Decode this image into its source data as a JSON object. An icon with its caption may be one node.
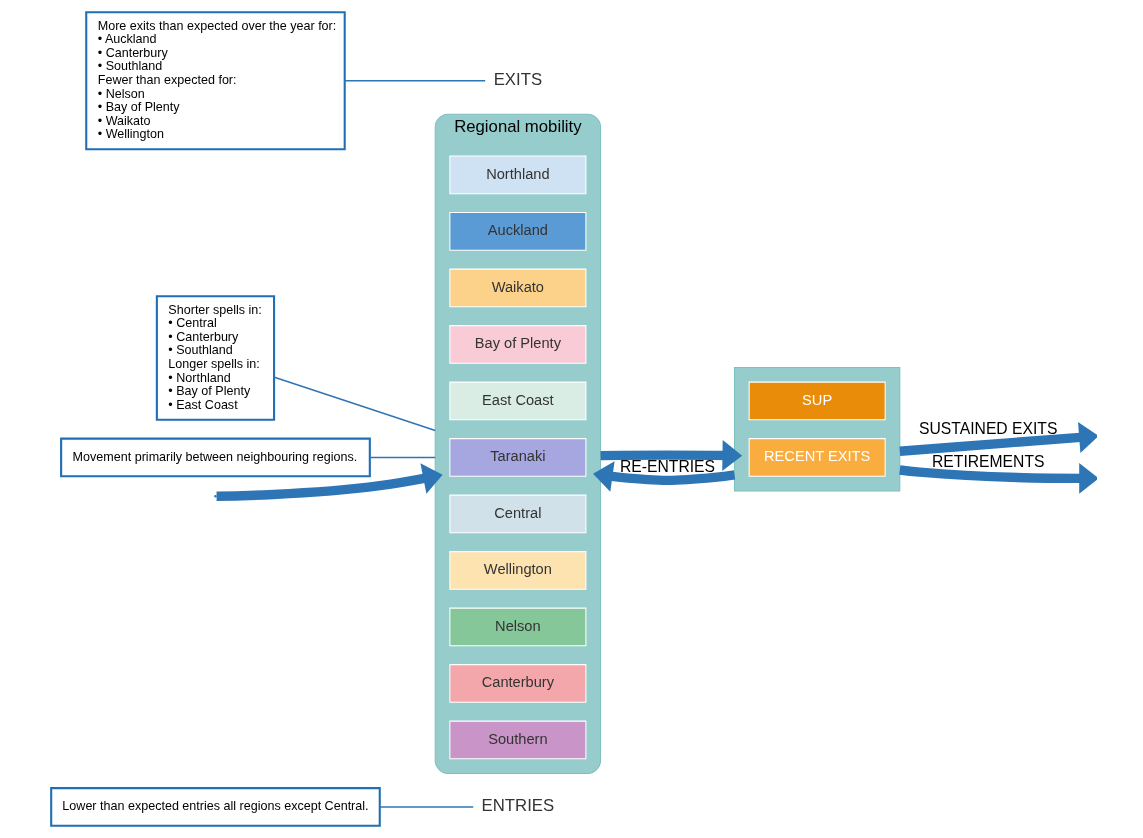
{
  "diagram": {
    "nodes": [
      {
        "text": [
          "Lower than expected entries all regions except Central."
        ]
      },
      {
        "text": [
          "Shorter spells in:",
          "• Central",
          "• Canterbury",
          "• Southland",
          "Longer spells in:",
          "• Northland",
          "• Bay of Plenty",
          "• East Coast"
        ]
      },
      {
        "text": [
          "More exits than expected over the year for:",
          "• Auckland",
          "• Canterbury",
          "• Southland",
          "Fewer than expected for:",
          "• Nelson",
          "• Bay of Plenty",
          "• Waikato",
          "• Wellington"
        ]
      },
      {
        "text": [
          "Movement primarily between neighbouring regions."
        ]
      },
      {
        "text": [
          "ENTRIES"
        ]
      },
      {
        "text": [
          "EXITS"
        ]
      },
      {
        "text": [
          "Regional mobility"
        ]
      },
      {
        "text": [
          "Northland"
        ],
        "in": 6
      },
      {
        "text": [
          "Auckland"
        ],
        "in": 6
      },
      {
        "text": [
          "Waikato"
        ],
        "in": 6
      },
      {
        "text": [
          "Bay of Plenty"
        ],
        "in": 6
      },
      {
        "text": [
          "East Coast"
        ],
        "in": 6
      },
      {
        "text": [
          "Taranaki"
        ],
        "in": 6
      },
      {
        "text": [
          "Central"
        ],
        "in": 6
      },
      {
        "text": [
          "Wellington"
        ],
        "in": 6
      },
      {
        "text": [
          "Nelson"
        ],
        "in": 6
      },
      {
        "text": [
          "Canterbury"
        ],
        "in": 6
      },
      {
        "text": [
          "Southern"
        ],
        "in": 6
      },
      {
        "text": [],
        "shape": "box"
      },
      {
        "text": [
          "SUP"
        ],
        "in": 18
      },
      {
        "text": [
          "RECENT EXITS"
        ],
        "in": 18
      }
    ],
    "edges": [
      {
        "from": null,
        "to": 6,
        "arrow": "to"
      },
      {
        "from": 0,
        "to": 4,
        "arrow": "none"
      },
      {
        "from": 1,
        "to": 6,
        "arrow": "none"
      },
      {
        "from": 3,
        "to": 6,
        "arrow": "none"
      },
      {
        "from": 6,
        "to": 18,
        "arrow": "to"
      },
      {
        "from": 2,
        "to": 5,
        "arrow": "none"
      },
      {
        "from": 18,
        "to": 6,
        "arrow": "to",
        "label": "RE-ENTRIES"
      },
      {
        "from": 18,
        "to": null,
        "arrow": "to",
        "label": "SUSTAINED EXITS"
      },
      {
        "from": 18,
        "to": null,
        "arrow": "to",
        "label": "RETIREMENTS"
      }
    ]
  }
}
